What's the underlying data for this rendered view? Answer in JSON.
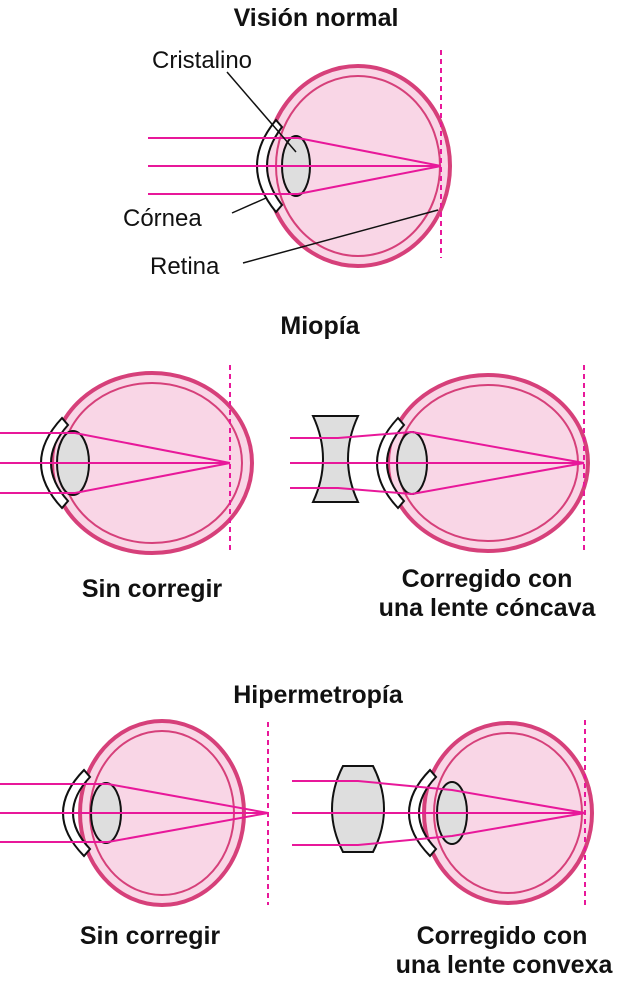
{
  "colors": {
    "eye_outline": "#d6407a",
    "eye_fill": "#f9d6e6",
    "ray": "#e8189a",
    "lens_fill": "#dedede",
    "stroke": "#111111"
  },
  "sections": {
    "normal": {
      "title": "Visión normal",
      "labels": {
        "lens": "Cristalino",
        "cornea": "Córnea",
        "retina": "Retina"
      }
    },
    "myopia": {
      "title": "Miopía",
      "uncorrected": "Sin corregir",
      "corrected_line1": "Corregido con",
      "corrected_line2": "una lente cóncava"
    },
    "hyperopia": {
      "title": "Hipermetropía",
      "uncorrected": "Sin corregir",
      "corrected_line1": "Corregido con",
      "corrected_line2": "una lente convexa"
    }
  }
}
